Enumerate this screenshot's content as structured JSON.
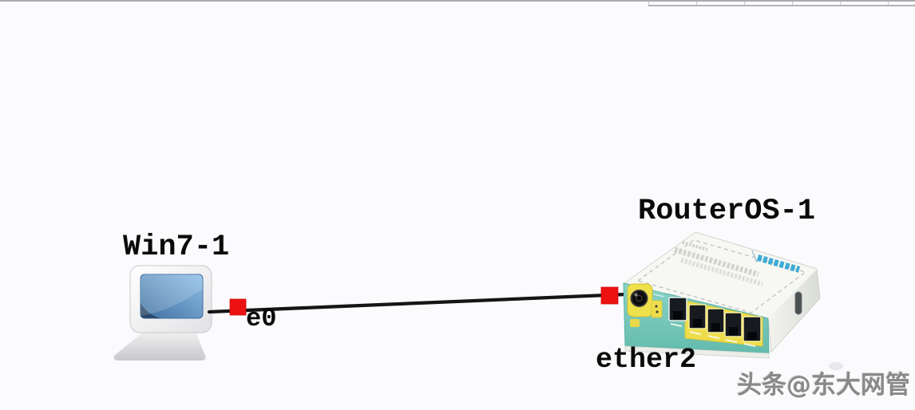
{
  "page": {
    "background": "#fbfafd"
  },
  "nodes": {
    "pc": {
      "label": "Win7-1",
      "port_label": "e0",
      "type": "computer-icon"
    },
    "router": {
      "label": "RouterOS-1",
      "port_label": "ether2",
      "type": "router-icon"
    }
  },
  "link": {
    "line_color": "#151515",
    "connector_color": "#ee1111"
  },
  "watermark": {
    "text": "头条@东大网管",
    "color": "#898989"
  },
  "colors": {
    "label_text": "#0a0a0a",
    "router_body": "#f7f8f4",
    "router_front_panel": "#7fccc0",
    "router_port_surround": "#eedd4b",
    "router_brand_mark": "#2aa3d4",
    "pc_screen_light": "#8cbfe6",
    "pc_screen_dark": "#3f6f9e"
  }
}
